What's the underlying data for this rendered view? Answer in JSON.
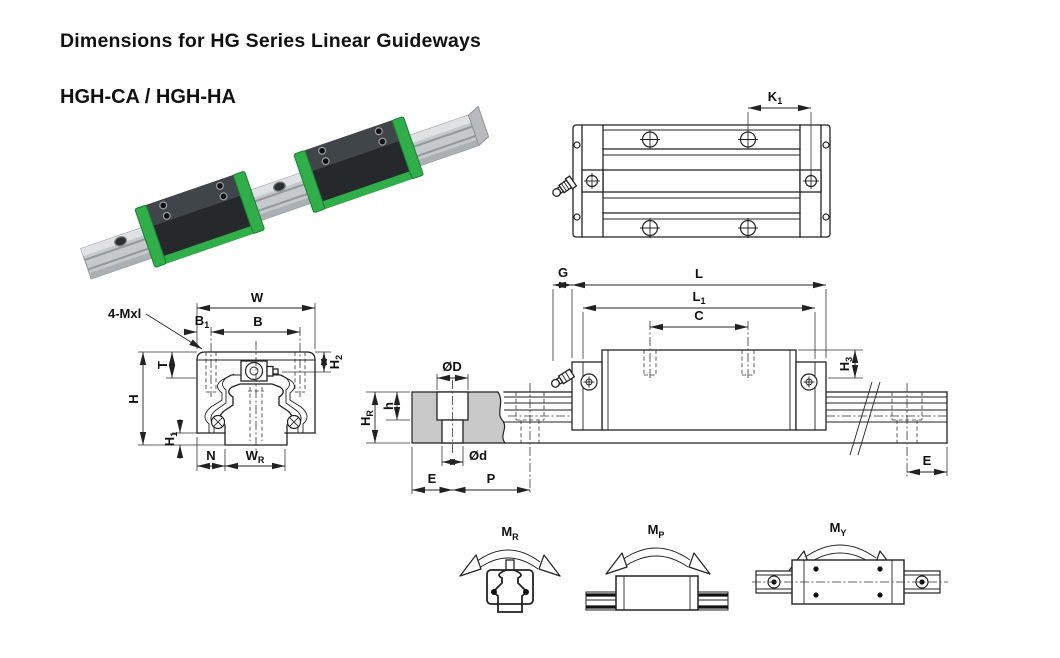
{
  "page": {
    "title": "Dimensions for  HG Series Linear Guideways",
    "subtitle": "HGH-CA / HGH-HA"
  },
  "colors": {
    "ink": "#1a1a1a",
    "rail_section_gray": "#c9c9c9",
    "photo_green": "#2fae4a",
    "photo_block_dark": "#1b1d1f",
    "photo_rail_silver": "#c6c9cc"
  },
  "labels": {
    "top_view": {
      "k1": {
        "b": "K",
        "s": "1"
      }
    },
    "front_view": {
      "mxl": "4-Mxl",
      "w": "W",
      "b": "B",
      "b1": {
        "b": "B",
        "s": "1"
      },
      "t": "T",
      "h": "H",
      "h1": {
        "b": "H",
        "s": "1"
      },
      "h2": {
        "b": "H",
        "s": "2"
      },
      "n": "N",
      "wr": {
        "b": "W",
        "s": "R"
      }
    },
    "side_view": {
      "g": "G",
      "l": "L",
      "l1": {
        "b": "L",
        "s": "1"
      },
      "c": "C",
      "h3": {
        "b": "H",
        "s": "3"
      },
      "od": "ØD",
      "od_small": "Ød",
      "h": "h",
      "hr": {
        "b": "H",
        "s": "R"
      },
      "e_left": "E",
      "p": "P",
      "e_right": "E"
    },
    "moments": {
      "mr": {
        "b": "M",
        "s": "R"
      },
      "mp": {
        "b": "M",
        "s": "P"
      },
      "my": {
        "b": "M",
        "s": "Y"
      }
    }
  }
}
